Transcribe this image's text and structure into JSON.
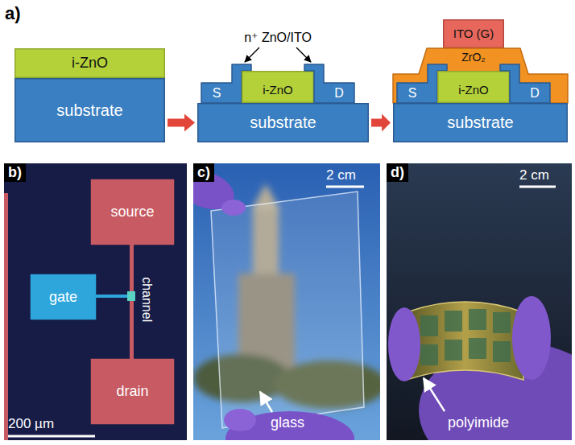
{
  "diagram": {
    "nodes": [
      {
        "text": [
          "i-ZnO"
        ]
      },
      {
        "text": [
          "substrate"
        ]
      },
      {
        "text": [
          "S"
        ]
      },
      {
        "text": [
          "i-ZnO"
        ]
      },
      {
        "text": [
          "D"
        ]
      },
      {
        "text": [
          "substrate"
        ]
      },
      {
        "text": [
          "ITO (G)"
        ]
      },
      {
        "text": [
          "ZrO₂"
        ]
      },
      {
        "text": [
          "S"
        ]
      },
      {
        "text": [
          "i-ZnO"
        ]
      },
      {
        "text": [
          "D"
        ]
      },
      {
        "text": [
          "substrate"
        ]
      },
      {
        "text": [
          "source"
        ]
      },
      {
        "text": [
          "gate"
        ]
      },
      {
        "text": [
          "drain"
        ]
      }
    ],
    "edges": [
      {
        "from": 1,
        "to": 5,
        "arrow": "to"
      },
      {
        "from": 5,
        "to": 11,
        "arrow": "to"
      }
    ],
    "labels": [
      "a)",
      "n⁺ ZnO/ITO",
      "b)",
      "channel",
      "200 µm",
      "c)",
      "2 cm",
      "glass",
      "d)",
      "2 cm",
      "polyimide"
    ]
  }
}
